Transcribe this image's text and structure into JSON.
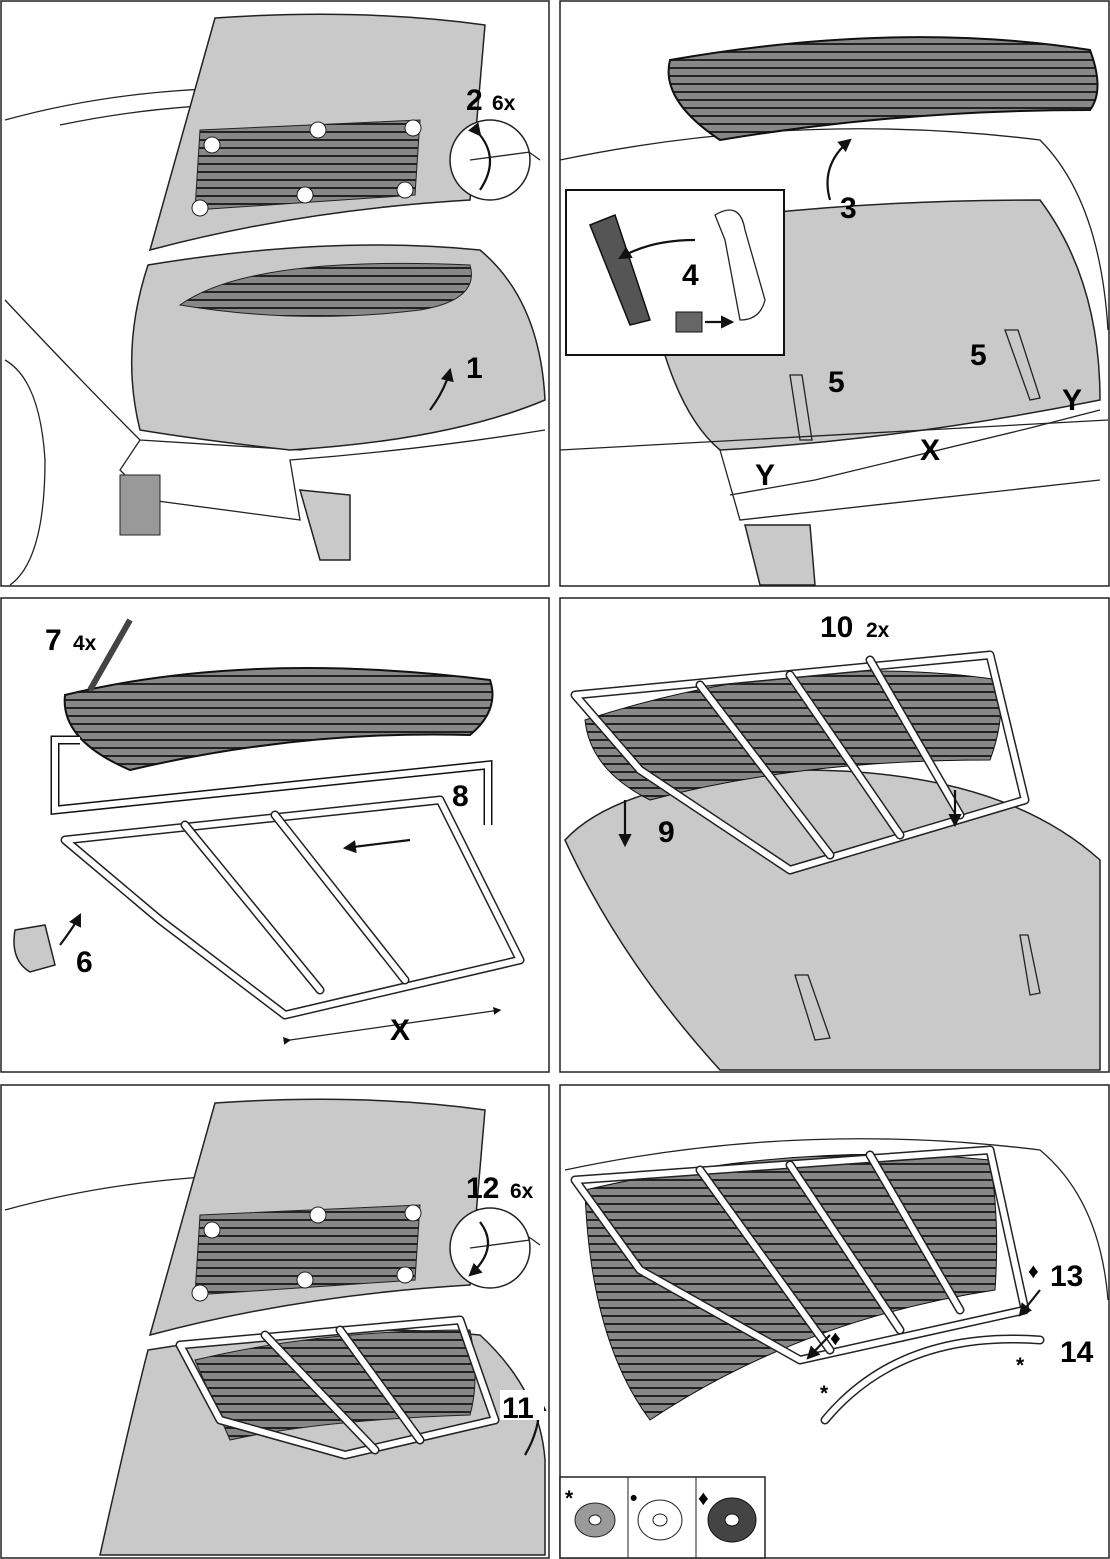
{
  "panels": [
    {
      "step_labels": [
        "1",
        "2"
      ],
      "quantity": "6x"
    },
    {
      "step_labels": [
        "3",
        "4",
        "5",
        "5"
      ],
      "dimensions": [
        "Y",
        "X",
        "Y"
      ]
    },
    {
      "step_labels": [
        "6",
        "7",
        "8"
      ],
      "quantity": "4x",
      "dimensions": [
        "X"
      ]
    },
    {
      "step_labels": [
        "9",
        "10"
      ],
      "quantity": "2x"
    },
    {
      "step_labels": [
        "11",
        "12"
      ],
      "quantity": "6x"
    },
    {
      "step_labels": [
        "13",
        "14"
      ],
      "markers": [
        "*",
        "♦",
        "♦",
        "*"
      ]
    }
  ],
  "legend": {
    "items": [
      {
        "symbol": "*",
        "color": "#9a9a9a"
      },
      {
        "symbol": "•",
        "color": "#ffffff"
      },
      {
        "symbol": "♦",
        "color": "#444444"
      }
    ]
  }
}
